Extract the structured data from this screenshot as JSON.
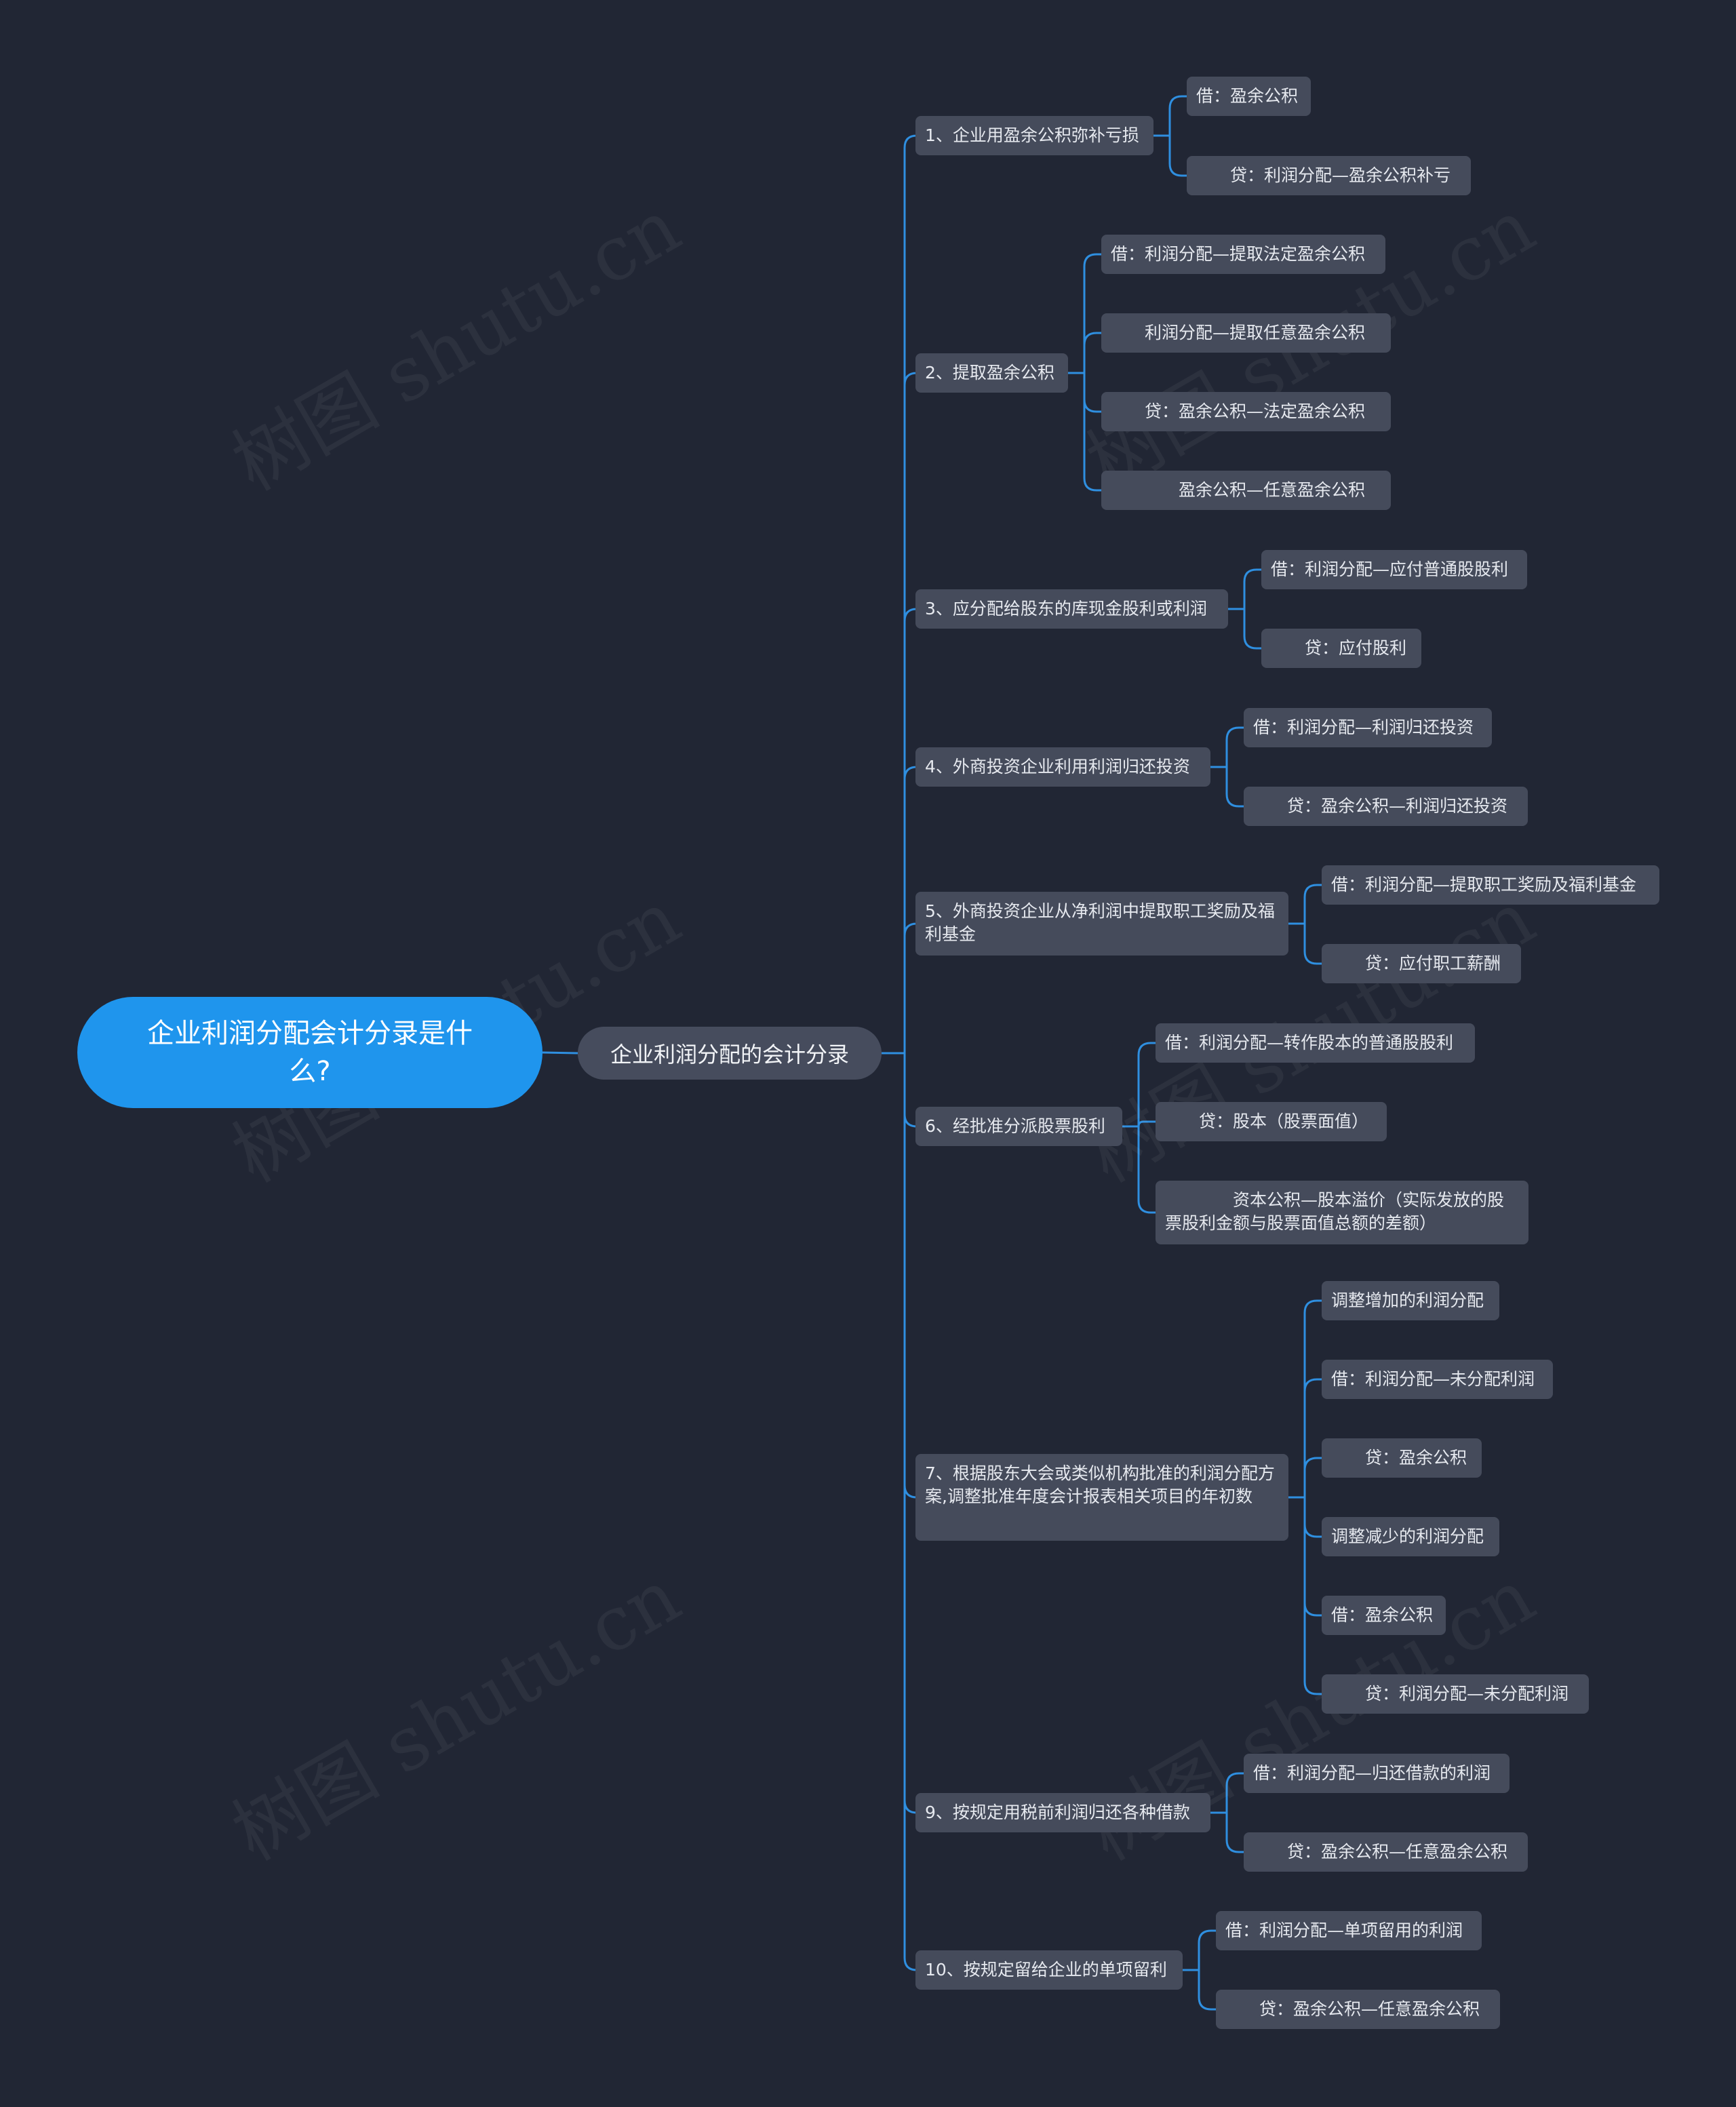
{
  "root": {
    "title": "企业利润分配会计分录是什么?"
  },
  "main": {
    "label": "企业利润分配的会计分录"
  },
  "branches": [
    {
      "label": "1、企业用盈余公积弥补亏损",
      "leaves": [
        "借：盈余公积",
        "　　贷：利润分配—盈余公积补亏"
      ]
    },
    {
      "label": "2、提取盈余公积",
      "leaves": [
        "借：利润分配—提取法定盈余公积",
        "　　利润分配—提取任意盈余公积",
        "　　贷：盈余公积—法定盈余公积",
        "　　　　盈余公积—任意盈余公积"
      ]
    },
    {
      "label": "3、应分配给股东的库现金股利或利润",
      "leaves": [
        "借：利润分配—应付普通股股利",
        "　　贷：应付股利"
      ]
    },
    {
      "label": "4、外商投资企业利用利润归还投资",
      "leaves": [
        "借：利润分配—利润归还投资",
        "　　贷：盈余公积—利润归还投资"
      ]
    },
    {
      "label": "5、外商投资企业从净利润中提取职工奖励及福利基金",
      "leaves": [
        "借：利润分配—提取职工奖励及福利基金",
        "　　贷：应付职工薪酬"
      ]
    },
    {
      "label": "6、经批准分派股票股利",
      "leaves": [
        "借：利润分配—转作股本的普通股股利",
        "　　贷：股本（股票面值）",
        "　　　　资本公积—股本溢价（实际发放的股票股利金额与股票面值总额的差额）"
      ]
    },
    {
      "label": "7、根据股东大会或类似机构批准的利润分配方案,调整批准年度会计报表相关项目的年初数",
      "leaves": [
        "调整增加的利润分配",
        "借：利润分配—未分配利润",
        "　　贷：盈余公积",
        "调整减少的利润分配",
        "借：盈余公积",
        "　　贷：利润分配—未分配利润"
      ]
    },
    {
      "label": "9、按规定用税前利润归还各种借款",
      "leaves": [
        "借：利润分配—归还借款的利润",
        "　　贷：盈余公积—任意盈余公积"
      ]
    },
    {
      "label": "10、按规定留给企业的单项留利",
      "leaves": [
        "借：利润分配—单项留用的利润",
        "　　贷：盈余公积—任意盈余公积"
      ]
    }
  ]
}
